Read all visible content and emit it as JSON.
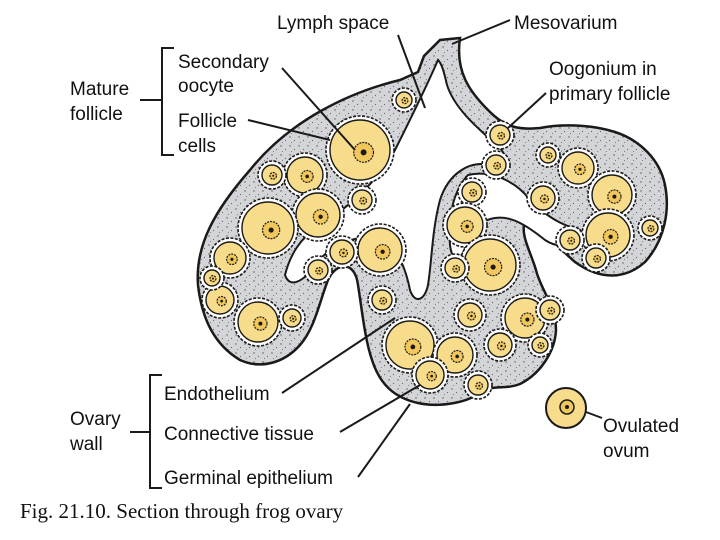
{
  "labels": {
    "lymph_space": "Lymph space",
    "mesovarium": "Mesovarium",
    "mature_follicle_1": "Mature",
    "mature_follicle_2": "follicle",
    "secondary_oocyte_1": "Secondary",
    "secondary_oocyte_2": "oocyte",
    "follicle_cells_1": "Follicle",
    "follicle_cells_2": "cells",
    "oogonium_1": "Oogonium in",
    "oogonium_2": "primary follicle",
    "ovary_wall_1": "Ovary",
    "ovary_wall_2": "wall",
    "endothelium": "Endothelium",
    "connective_tissue": "Connective tissue",
    "germinal_epithelium": "Germinal epithelium",
    "ovulated_ovum_1": "Ovulated",
    "ovulated_ovum_2": "ovum"
  },
  "caption": "Fig. 21.10. Section through frog ovary",
  "colors": {
    "tissue": "#d3d5d9",
    "oocyte": "#f7dc8c",
    "nucleus": "#f1c65a",
    "outline": "#1a1a1a"
  }
}
